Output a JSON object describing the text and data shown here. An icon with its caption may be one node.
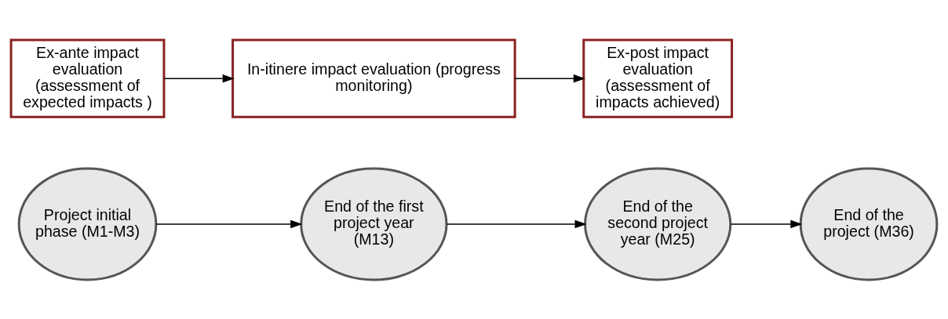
{
  "diagram": {
    "nodes": [
      {
        "text": [
          "Project initial phase (M1-M3)"
        ]
      },
      {
        "text": [
          "End of the first project year (M13)"
        ]
      },
      {
        "text": [
          "End of the second project year (M25)"
        ]
      },
      {
        "text": [
          "End of the project (M36)"
        ]
      },
      {
        "text": [
          "Ex-ante impact evaluation (assessment of expected impacts )"
        ]
      },
      {
        "text": [
          "In-itinere impact evaluation (progress monitoring)"
        ]
      },
      {
        "text": [
          "Ex-post impact evaluation (assessment of impacts achieved)"
        ]
      }
    ],
    "edges": [
      {
        "from": 0,
        "to": 1,
        "arrow": "to"
      },
      {
        "from": 1,
        "to": 2,
        "arrow": "to"
      },
      {
        "from": 2,
        "to": 3,
        "arrow": "to"
      },
      {
        "from": 4,
        "to": 5,
        "arrow": "to"
      },
      {
        "from": 5,
        "to": 6,
        "arrow": "to"
      }
    ]
  }
}
